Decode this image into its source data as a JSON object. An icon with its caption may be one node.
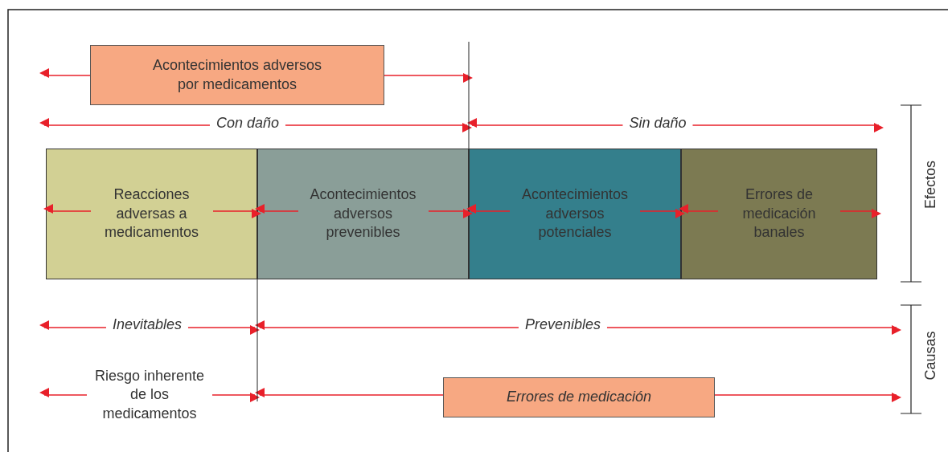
{
  "diagram": {
    "nodes": [
      {
        "text": [
          "Acontecimientos adversos por medicamentos"
        ]
      },
      {
        "text": [
          "Reacciones adversas a medicamentos"
        ]
      },
      {
        "text": [
          "Acontecimientos adversos prevenibles"
        ]
      },
      {
        "text": [
          "Acontecimientos adversos potenciales"
        ]
      },
      {
        "text": [
          "Errores de medicación banales"
        ]
      },
      {
        "text": [
          "Errores de medicación"
        ]
      }
    ],
    "edges": [],
    "labels": [
      "Con daño",
      "Sin daño",
      "Efectos",
      "Inevitables",
      "Prevenibles",
      "Causas",
      "Riesgo inherente de los medicamentos"
    ]
  }
}
